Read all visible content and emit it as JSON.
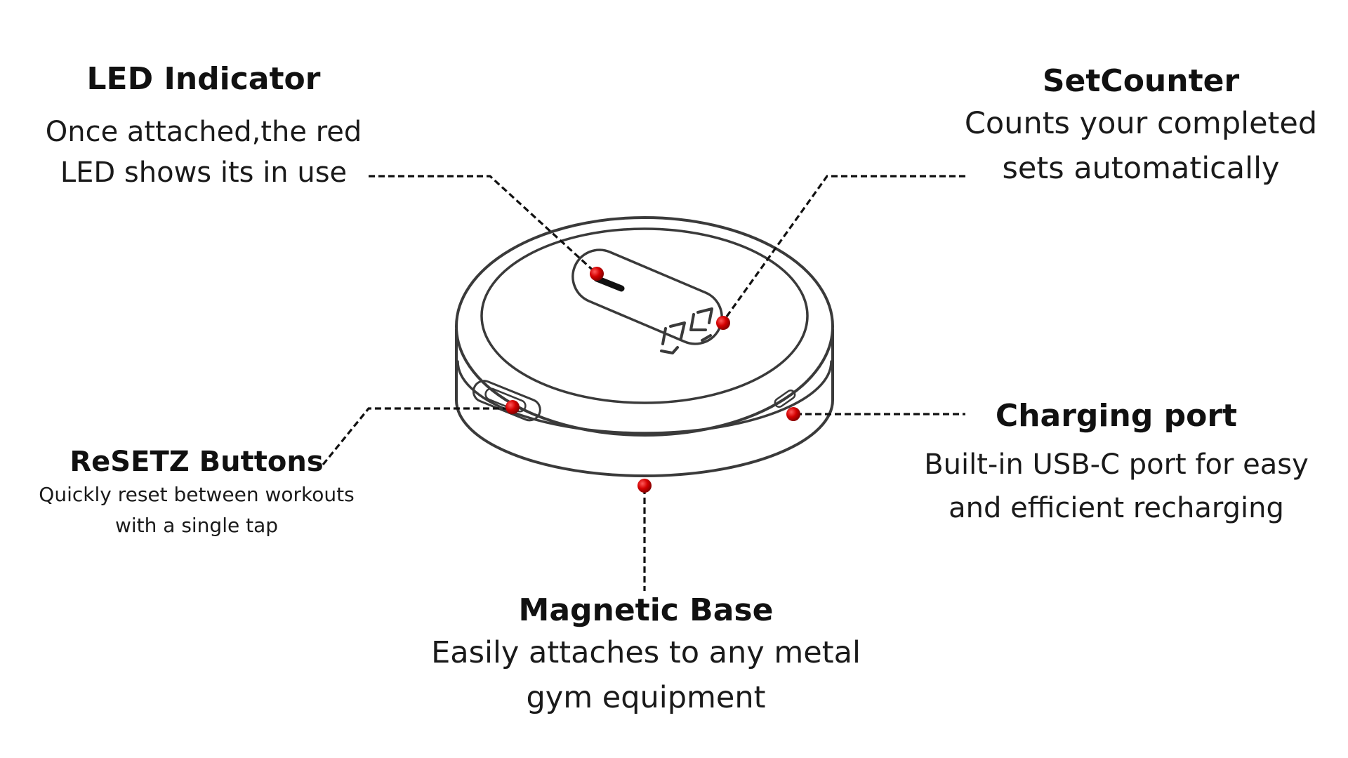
{
  "callouts": {
    "led_indicator": {
      "title": "LED Indicator",
      "line1": "Once attached,the red",
      "line2": "LED shows its in use"
    },
    "setcounter": {
      "title": "SetCounter",
      "line1": "Counts your completed",
      "line2": "sets automatically"
    },
    "resetz_buttons": {
      "title": "ReSETZ Buttons",
      "line1": "Quickly reset between workouts",
      "line2": "with a single tap"
    },
    "charging_port": {
      "title": "Charging port",
      "line1": "Built-in USB-C port for easy",
      "line2": "and efficient recharging"
    },
    "magnetic_base": {
      "title": "Magnetic Base",
      "line1": "Easily attaches to any metal",
      "line2": "gym equipment"
    }
  },
  "colors": {
    "outline": "#3a3a3a",
    "marker": "#d40000",
    "leader": "#111111",
    "text": "#111111"
  }
}
